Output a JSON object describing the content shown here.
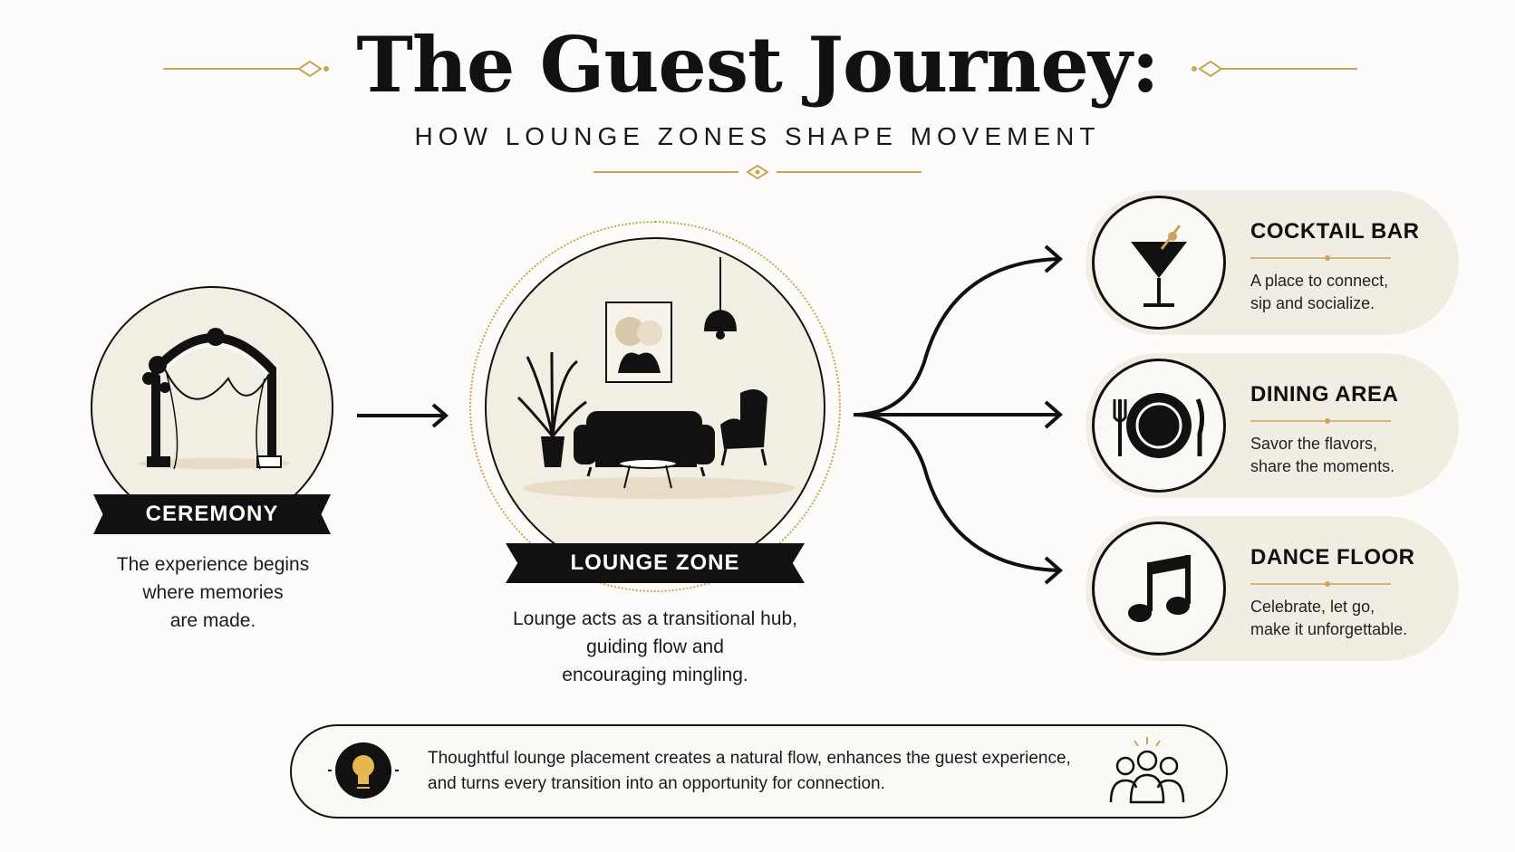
{
  "title": "The Guest Journey:",
  "subtitle": "HOW LOUNGE ZONES SHAPE MOVEMENT",
  "ceremony": {
    "label": "CEREMONY",
    "description_lines": [
      "The experience begins",
      "where memories",
      "are made."
    ]
  },
  "lounge": {
    "label": "LOUNGE ZONE",
    "description_lines": [
      "Lounge acts as a transitional hub,",
      "guiding flow and",
      "encouraging mingling."
    ]
  },
  "destinations": [
    {
      "title": "COCKTAIL BAR",
      "lines": [
        "A place to connect,",
        "sip and socialize."
      ],
      "icon": "cocktail-glass-icon"
    },
    {
      "title": "DINING AREA",
      "lines": [
        "Savor the flavors,",
        "share the moments."
      ],
      "icon": "plate-and-cutlery-icon"
    },
    {
      "title": "DANCE FLOOR",
      "lines": [
        "Celebrate, let go,",
        "make it unforgettable."
      ],
      "icon": "music-note-icon"
    }
  ],
  "footer": {
    "lines": [
      "Thoughtful lounge placement creates a natural flow, enhances the guest experience,",
      "and turns every transition into an opportunity for connection."
    ],
    "icon_left": "lightbulb-icon",
    "icon_right": "people-group-icon"
  },
  "colors": {
    "accent_gold": "#c9a55a",
    "ink": "#111111",
    "card_bg": "#f2ede3",
    "background": "#fdfcfa"
  }
}
